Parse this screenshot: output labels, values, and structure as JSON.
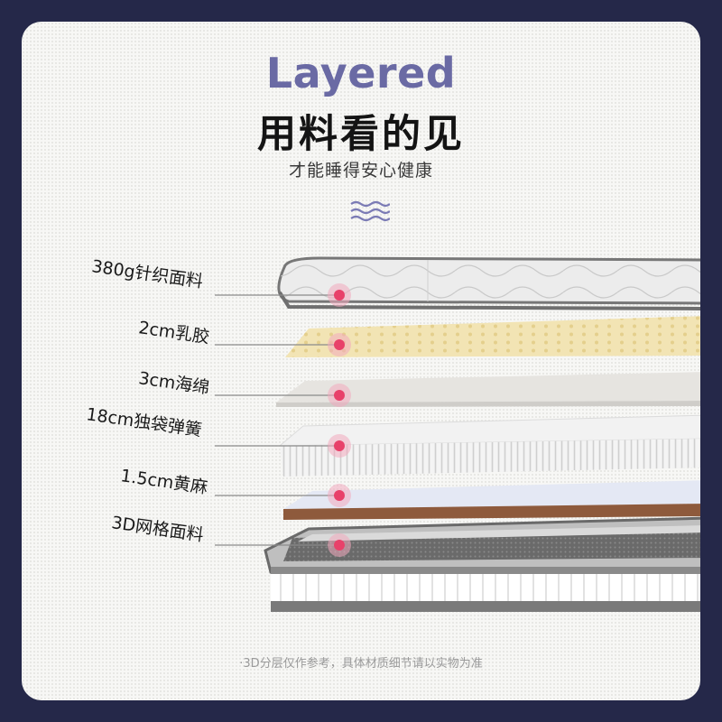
{
  "headline": {
    "en": "Layered",
    "cn": "用料看的见",
    "sub": "才能睡得安心健康"
  },
  "layers": [
    {
      "label": "380g针织面料"
    },
    {
      "label": "2cm乳胶"
    },
    {
      "label": "3cm海绵"
    },
    {
      "label": "18cm独袋弹簧"
    },
    {
      "label": "1.5cm黄麻"
    },
    {
      "label": "3D网格面料"
    }
  ],
  "footnote": "·3D分层仅作参考，具体材质细节请以实物为准",
  "colors": {
    "background": "#252849",
    "accent": "#6a6aa4",
    "marker": "#e8416a",
    "latex": "#f2e4b4",
    "jute": "#8e5a3c"
  }
}
